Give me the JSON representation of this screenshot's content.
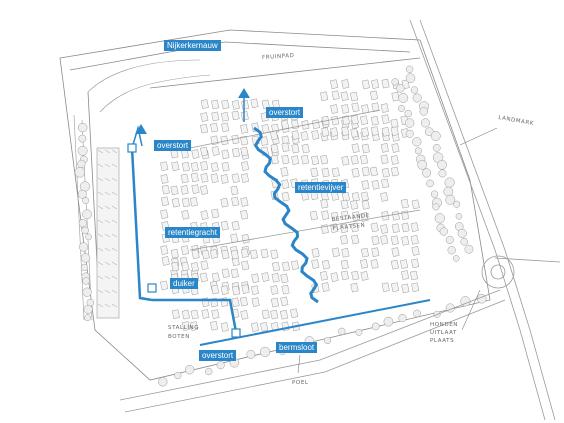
{
  "map": {
    "water_labels": {
      "nijkerkernauw": "Nijkerkernauw",
      "overstort_top": "overstort",
      "overstort_left": "overstort",
      "retentievijver": "retentievijver",
      "retentiegracht": "retentiegracht",
      "duiker": "duiker",
      "overstort_bottom": "overstort",
      "bermsloot": "bermsloot"
    },
    "sketch_labels": {
      "fruinpad": "FRUINPAD",
      "landmark": "LANDMARK",
      "bestaande_plaatsen": "BESTAANDE\nPLAATSEN",
      "stalling_boten": "STALLING\nBOTEN",
      "hondenuitlaat": "HONDEN\nUITLAAT\nPLAATS",
      "poel": "POEL"
    },
    "colors": {
      "water_blue": "#2a86c8",
      "sketch_line": "#7d7d7d",
      "background": "#ffffff"
    }
  }
}
